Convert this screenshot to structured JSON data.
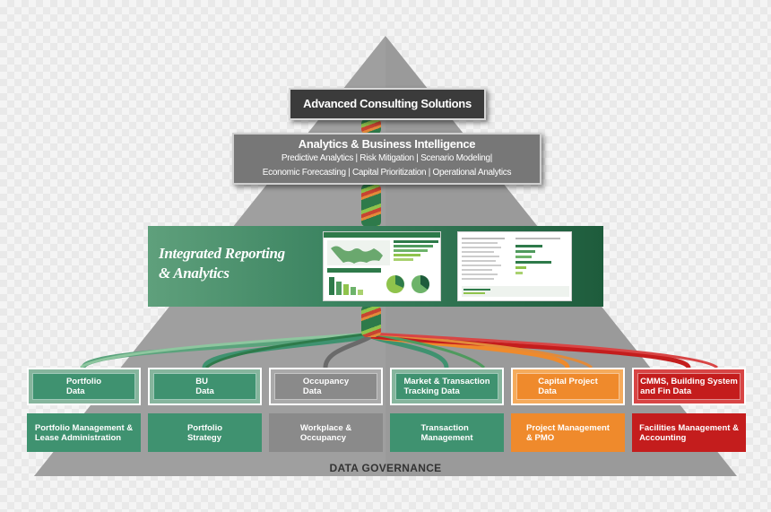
{
  "top": {
    "title": "Advanced Consulting Solutions"
  },
  "analytics": {
    "title": "Analytics & Business Intelligence",
    "line1": "Predictive Analytics | Risk Mitigation | Scenario Modeling|",
    "line2": "Economic Forecasting | Capital Prioritization | Operational Analytics"
  },
  "integrated": {
    "line1": "Integrated Reporting",
    "line2": "& Analytics"
  },
  "sources": [
    {
      "label": "Portfolio\nData",
      "function": "Portfolio Management &\nLease Administration",
      "color": "#3f9270",
      "frame": "#86b59d"
    },
    {
      "label": "BU\nData",
      "function": "Portfolio\nStrategy",
      "color": "#3f9270",
      "frame": "#86b59d"
    },
    {
      "label": "Occupancy\nData",
      "function": "Workplace &\nOccupancy",
      "color": "#8a8a8a",
      "frame": "#a9a9a9"
    },
    {
      "label": "Market & Transaction\nTracking Data",
      "function": "Transaction\nManagement",
      "color": "#3f9270",
      "frame": "#86b59d"
    },
    {
      "label": "Capital Project\nData",
      "function": "Project Management\n& PMO",
      "color": "#ef8a2c",
      "frame": "#f5ab5c"
    },
    {
      "label": "CMMS, Building System\nand Fin Data",
      "function": "Facilities Management &\nAccounting",
      "color": "#c41d1d",
      "frame": "#d84545"
    }
  ],
  "governance": {
    "label": "DATA GOVERNANCE"
  },
  "colors": {
    "green": "#3f9270",
    "dark_green": "#1e5c3c",
    "orange": "#ef8a2c",
    "red": "#c41d1d",
    "grey": "#8a8a8a"
  }
}
